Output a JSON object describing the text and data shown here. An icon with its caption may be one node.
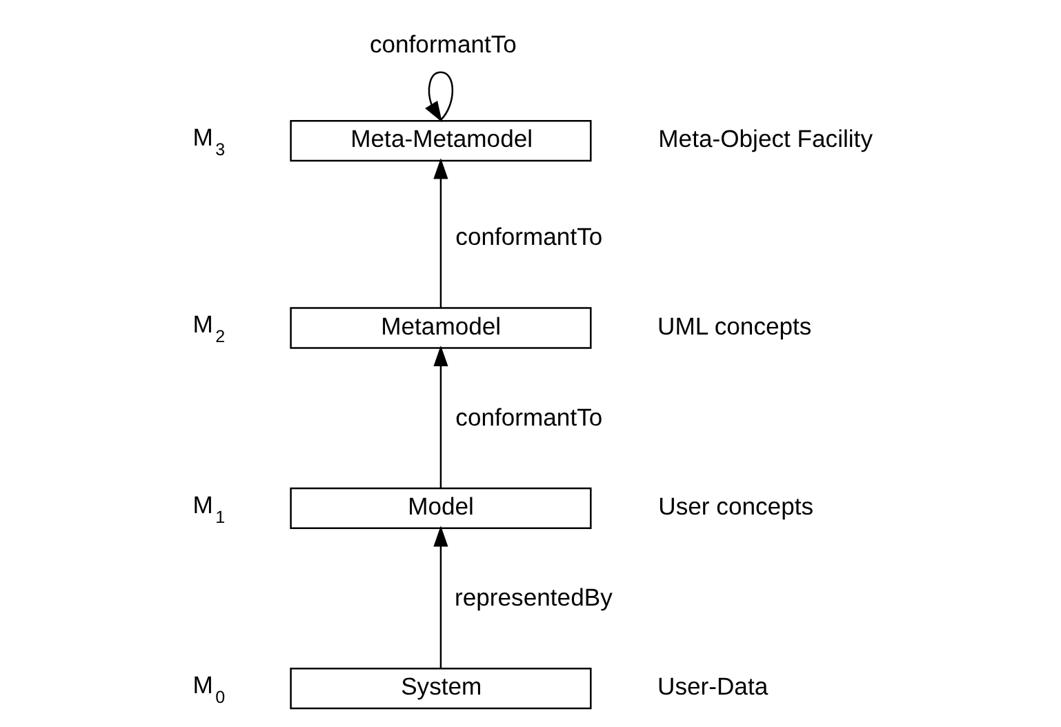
{
  "diagram": {
    "nodes": [
      {
        "text": [
          "Meta-Metamodel"
        ],
        "beside": [
          "M$_{3}$",
          "Meta-Object Facility"
        ]
      },
      {
        "text": [
          "Metamodel"
        ],
        "beside": [
          "M$_{2}$",
          "UML concepts"
        ]
      },
      {
        "text": [
          "Model"
        ],
        "beside": [
          "M$_{1}$",
          "User concepts"
        ]
      },
      {
        "text": [
          "System"
        ],
        "beside": [
          "M$_{0}$",
          "User-Data"
        ]
      }
    ],
    "edges": [
      {
        "from": 0,
        "to": 0,
        "arrow": "to",
        "label": "conformantTo"
      },
      {
        "from": 1,
        "to": 0,
        "arrow": "to",
        "label": "conformantTo"
      },
      {
        "from": 2,
        "to": 1,
        "arrow": "to",
        "label": "conformantTo"
      },
      {
        "from": 3,
        "to": 2,
        "arrow": "to",
        "label": "representedBy"
      }
    ]
  }
}
